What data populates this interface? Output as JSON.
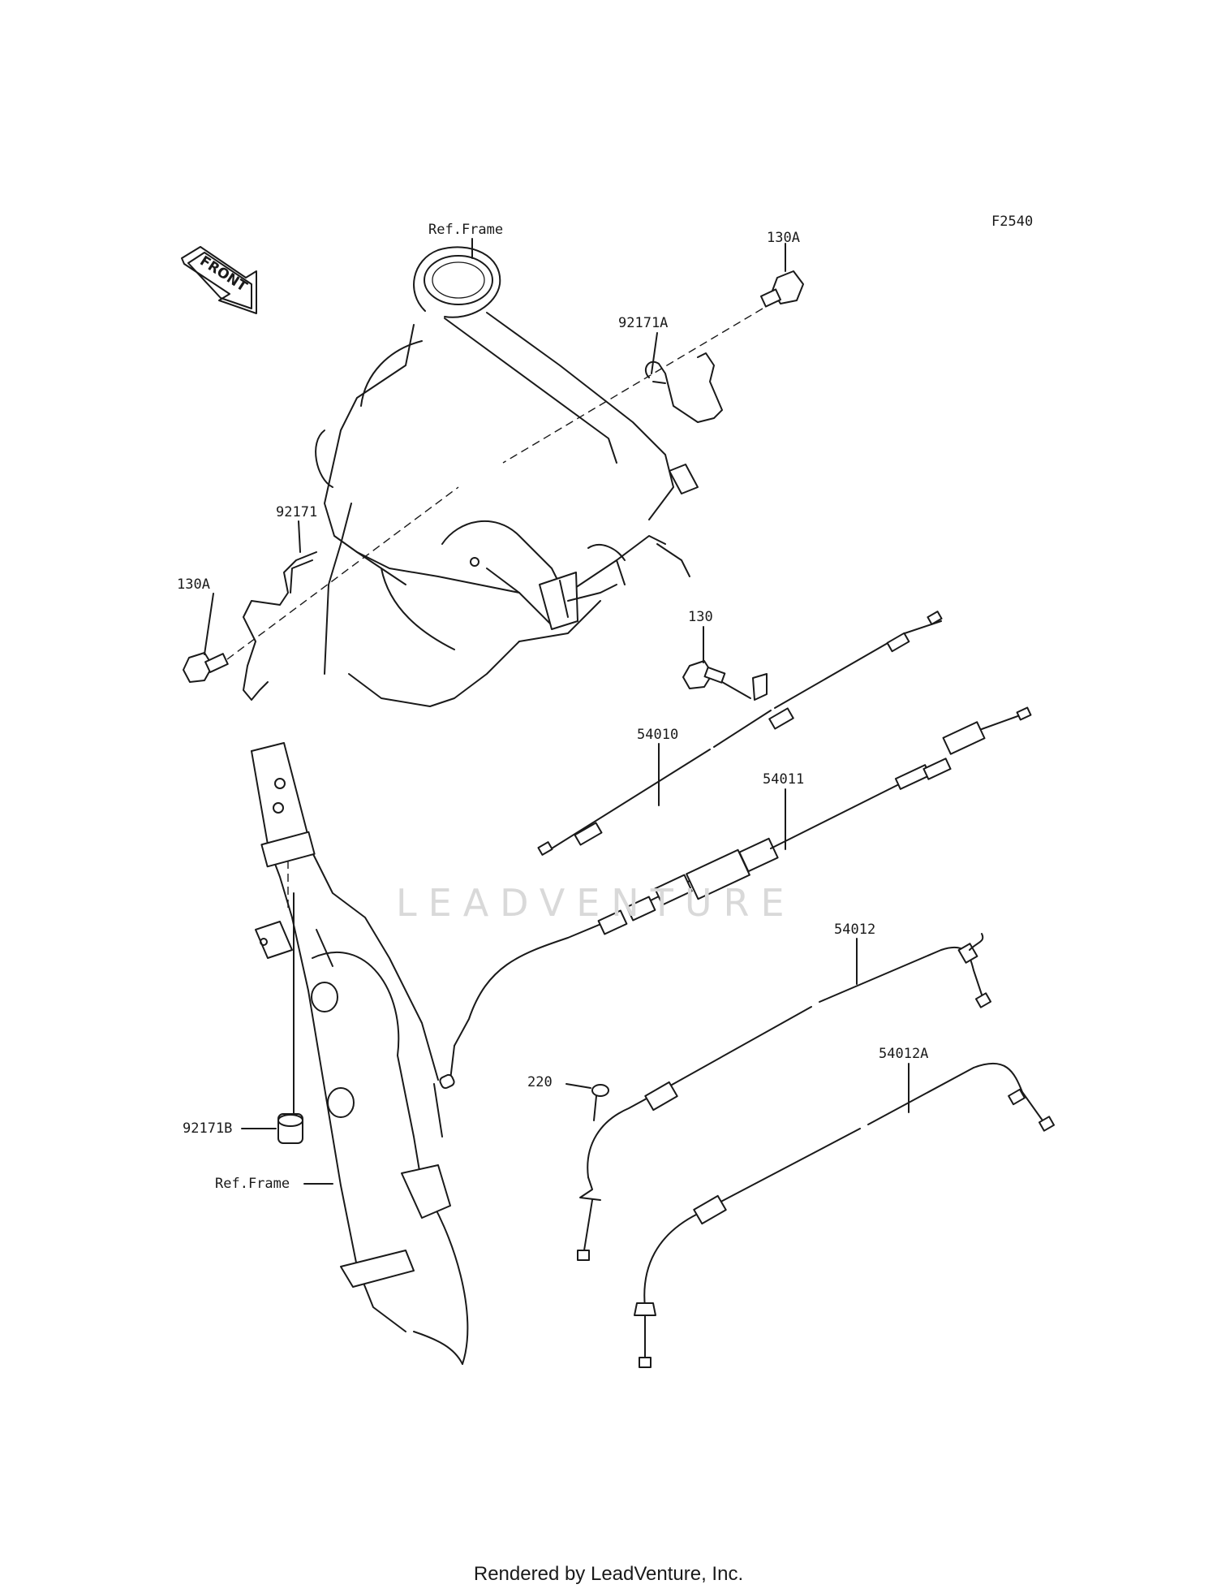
{
  "diagram_code": "F2540",
  "front_indicator": "FRONT",
  "watermark": "LEADVENTURE",
  "footer": "Rendered by LeadVenture, Inc.",
  "callouts": [
    {
      "id": "ref-frame-top",
      "label": "Ref.Frame"
    },
    {
      "id": "130a-top",
      "label": "130A"
    },
    {
      "id": "92171a",
      "label": "92171A"
    },
    {
      "id": "92171",
      "label": "92171"
    },
    {
      "id": "130a-left",
      "label": "130A"
    },
    {
      "id": "130",
      "label": "130"
    },
    {
      "id": "54010",
      "label": "54010"
    },
    {
      "id": "54011",
      "label": "54011"
    },
    {
      "id": "54012",
      "label": "54012"
    },
    {
      "id": "54012a",
      "label": "54012A"
    },
    {
      "id": "220",
      "label": "220"
    },
    {
      "id": "92171b",
      "label": "92171B"
    },
    {
      "id": "ref-frame-bottom",
      "label": "Ref.Frame"
    }
  ]
}
